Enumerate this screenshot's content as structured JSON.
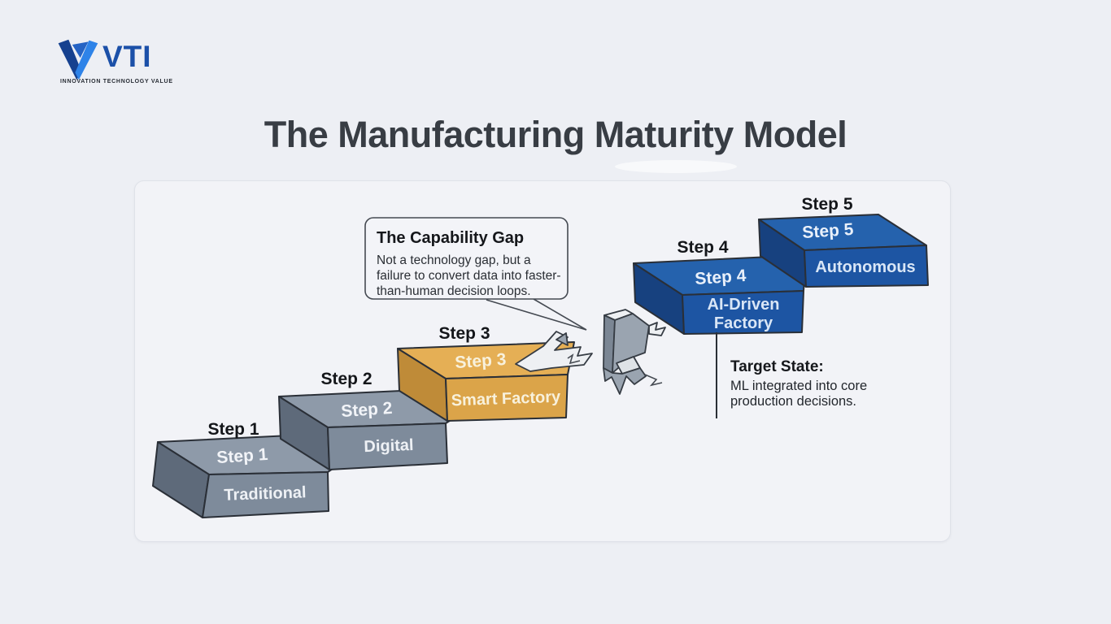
{
  "logo": {
    "text": "VTI",
    "tagline": "INNOVATION TECHNOLOGY VALUE",
    "brand_dark": "#16418f",
    "brand_mid": "#2563c4",
    "brand_light": "#2e83e8"
  },
  "title": "The Manufacturing Maturity Model",
  "callout": {
    "title": "The Capability Gap",
    "lines": [
      "Not a technology gap, but a",
      "failure to convert data into faster-",
      "than-human decision loops."
    ]
  },
  "target": {
    "title": "Target State:",
    "lines": [
      "ML integrated into core",
      "production decisions."
    ]
  },
  "steps": [
    {
      "label": "Step 1",
      "top_label": "Step 1",
      "front_lines": [
        "Traditional"
      ],
      "colors": {
        "top": "#8e9aa9",
        "front": "#7e8b9b",
        "side": "#5e6a7a"
      }
    },
    {
      "label": "Step 2",
      "top_label": "Step 2",
      "front_lines": [
        "Digital"
      ],
      "colors": {
        "top": "#8e9aa9",
        "front": "#7e8b9b",
        "side": "#5e6a7a"
      }
    },
    {
      "label": "Step 3",
      "top_label": "Step 3",
      "front_lines": [
        "Smart Factory"
      ],
      "colors": {
        "top": "#e5af55",
        "front": "#dba449",
        "side": "#bf8b38"
      }
    },
    {
      "label": "Step 4",
      "top_label": "Step 4",
      "front_lines": [
        "AI-Driven",
        "Factory"
      ],
      "colors": {
        "top": "#2562ad",
        "front": "#1d55a3",
        "side": "#17417f"
      }
    },
    {
      "label": "Step 5",
      "top_label": "Step 5",
      "front_lines": [
        "Autonomous"
      ],
      "colors": {
        "top": "#2562ad",
        "front": "#1d55a3",
        "side": "#17417f"
      }
    }
  ],
  "crack_colors": {
    "light": "#eef0f3",
    "mid": "#9aa4b0",
    "dark": "#7b8694",
    "facet": "#dfe3e7"
  }
}
